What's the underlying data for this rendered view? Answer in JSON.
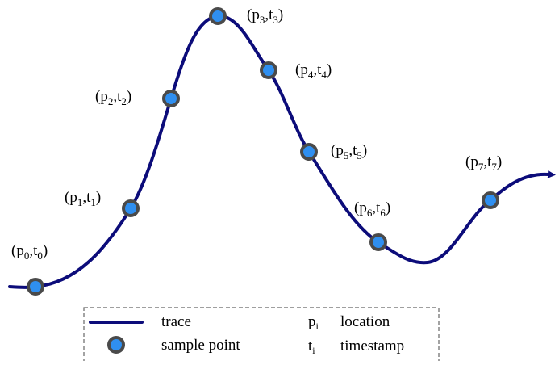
{
  "colors": {
    "trace": "#0c0c7a",
    "point_fill": "#2f8ff0",
    "point_stroke": "#4a4a4a",
    "legend_border": "#666666",
    "text": "#000000"
  },
  "sample_points": [
    {
      "p": "p",
      "p_sub": "0",
      "t": "t",
      "t_sub": "0"
    },
    {
      "p": "p",
      "p_sub": "1",
      "t": "t",
      "t_sub": "1"
    },
    {
      "p": "p",
      "p_sub": "2",
      "t": "t",
      "t_sub": "2"
    },
    {
      "p": "p",
      "p_sub": "3",
      "t": "t",
      "t_sub": "3"
    },
    {
      "p": "p",
      "p_sub": "4",
      "t": "t",
      "t_sub": "4"
    },
    {
      "p": "p",
      "p_sub": "5",
      "t": "t",
      "t_sub": "5"
    },
    {
      "p": "p",
      "p_sub": "6",
      "t": "t",
      "t_sub": "6"
    },
    {
      "p": "p",
      "p_sub": "7",
      "t": "t",
      "t_sub": "7"
    }
  ],
  "legend": {
    "trace_label": "trace",
    "sample_point_label": "sample point",
    "location_symbol": "p",
    "location_symbol_sub": "i",
    "location_label": "location",
    "timestamp_symbol": "t",
    "timestamp_symbol_sub": "i",
    "timestamp_label": "timestamp"
  }
}
